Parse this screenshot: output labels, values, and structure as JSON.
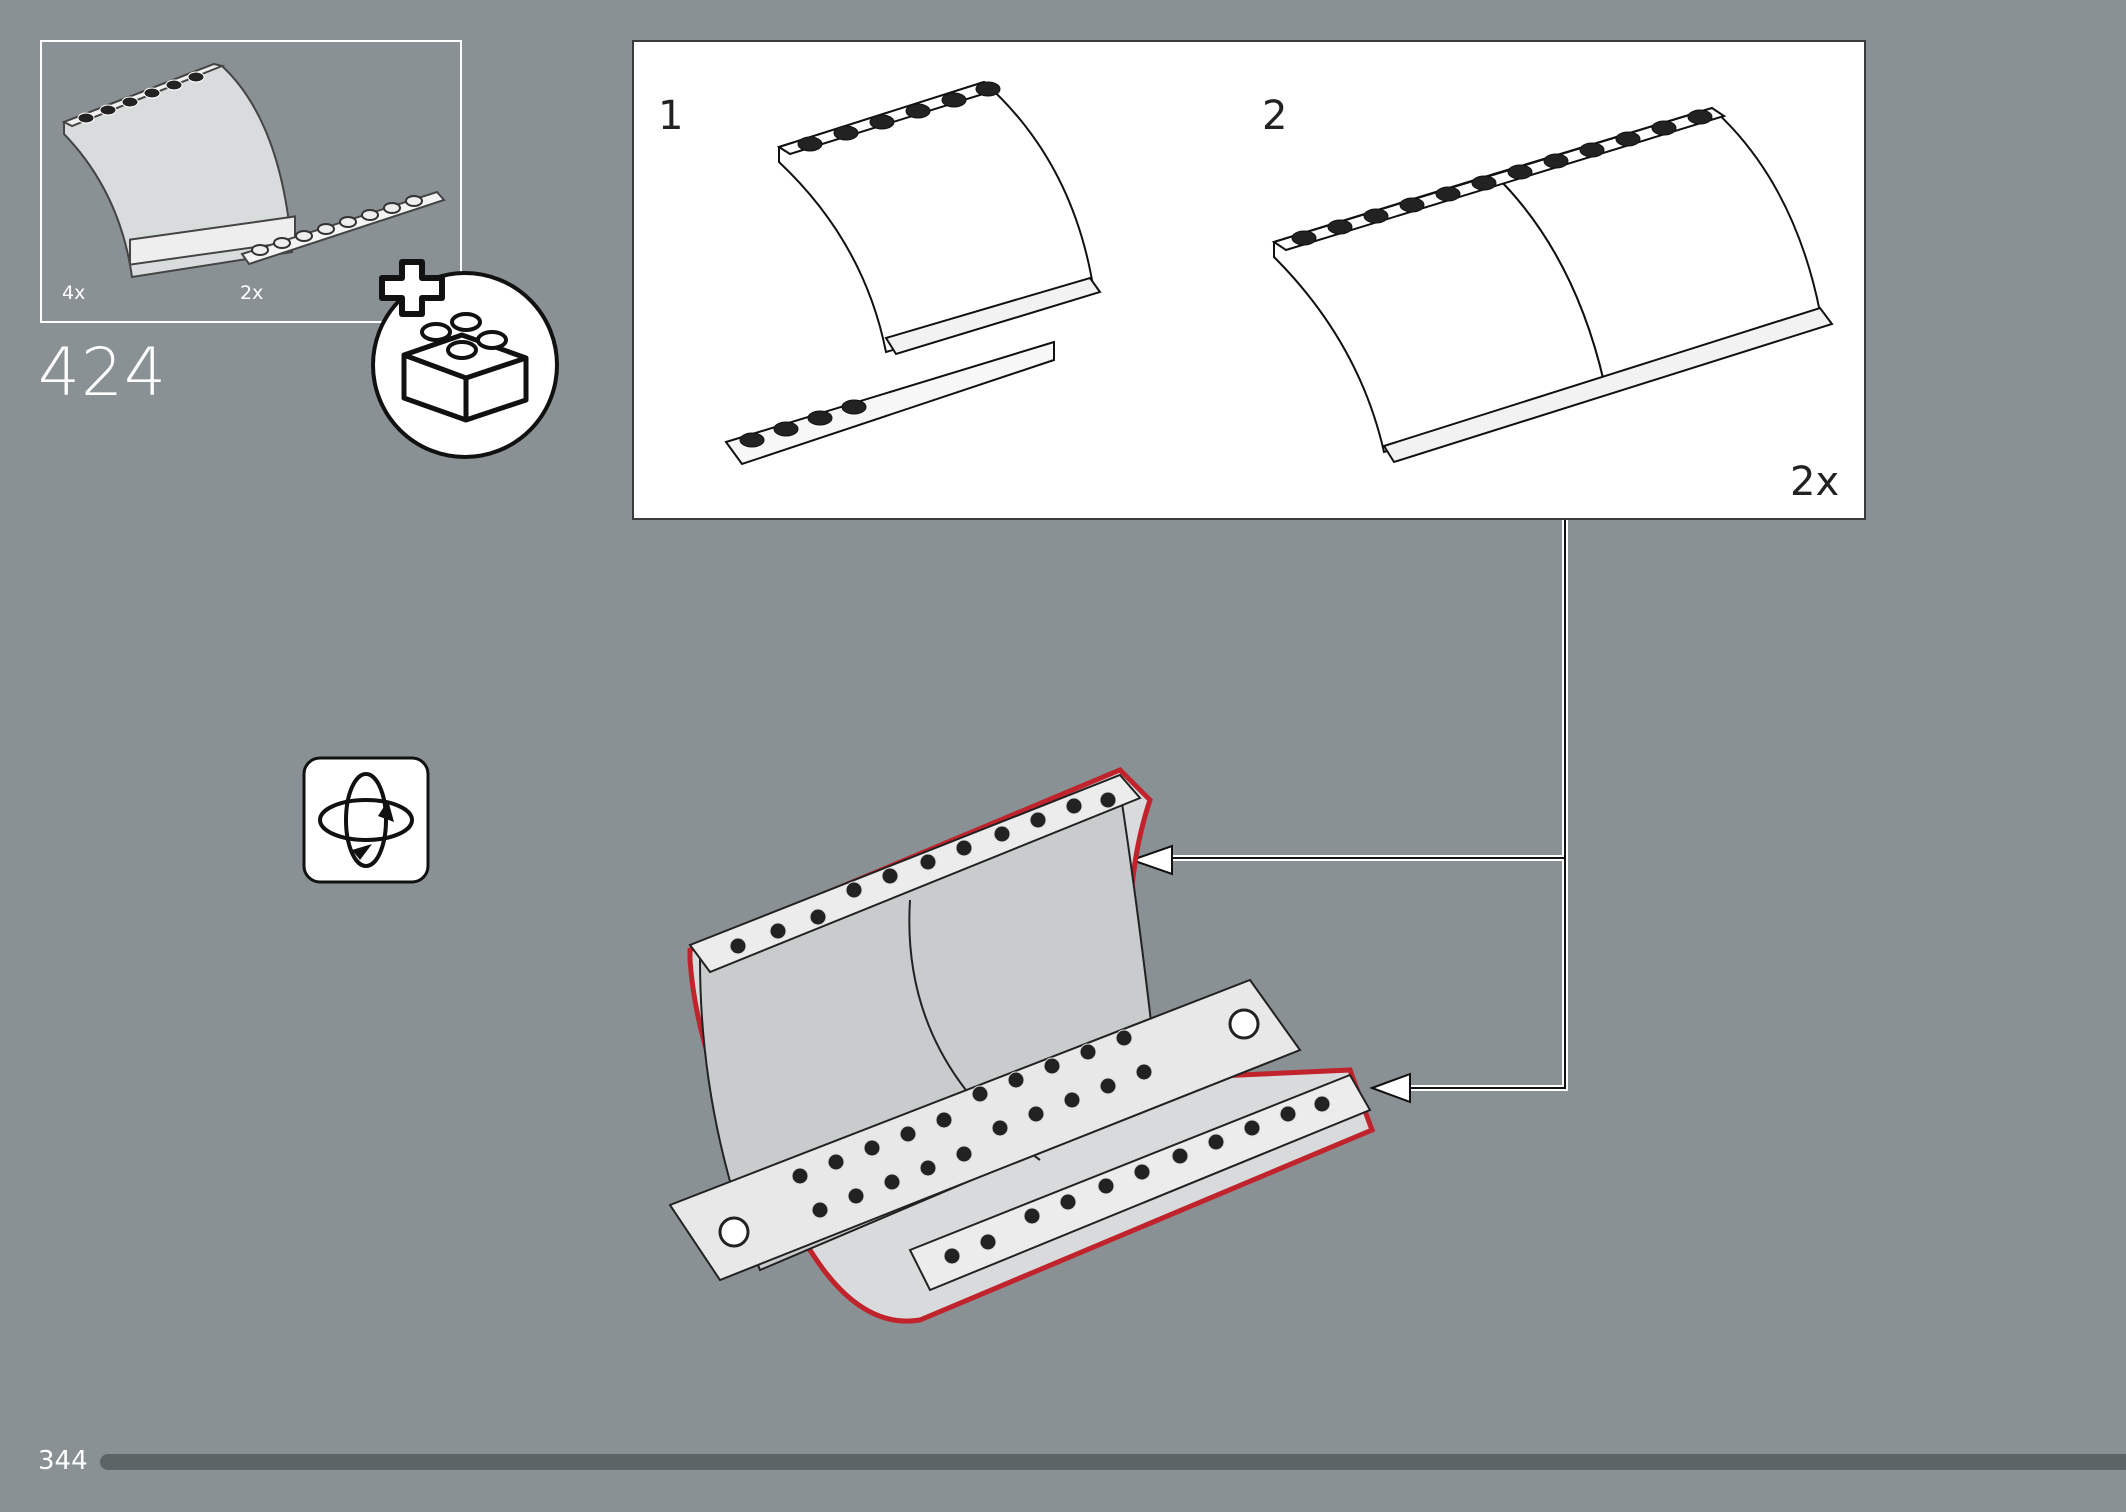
{
  "parts_list": {
    "items": [
      {
        "part": "transparent curved panel",
        "quantity": "4x"
      },
      {
        "part": "1x8 light gray plate",
        "quantity": "2x"
      }
    ]
  },
  "step": {
    "number": "424"
  },
  "new_part_icon": "add-brick-icon",
  "rotate_icon": "rotate-model-icon",
  "sub_assembly": {
    "steps": [
      {
        "number": "1"
      },
      {
        "number": "2"
      }
    ],
    "multiplier": "2x"
  },
  "colors": {
    "background": "#899194",
    "highlight_outline": "#c0232b",
    "panel": "#ffffff"
  },
  "page": {
    "number": "344"
  }
}
